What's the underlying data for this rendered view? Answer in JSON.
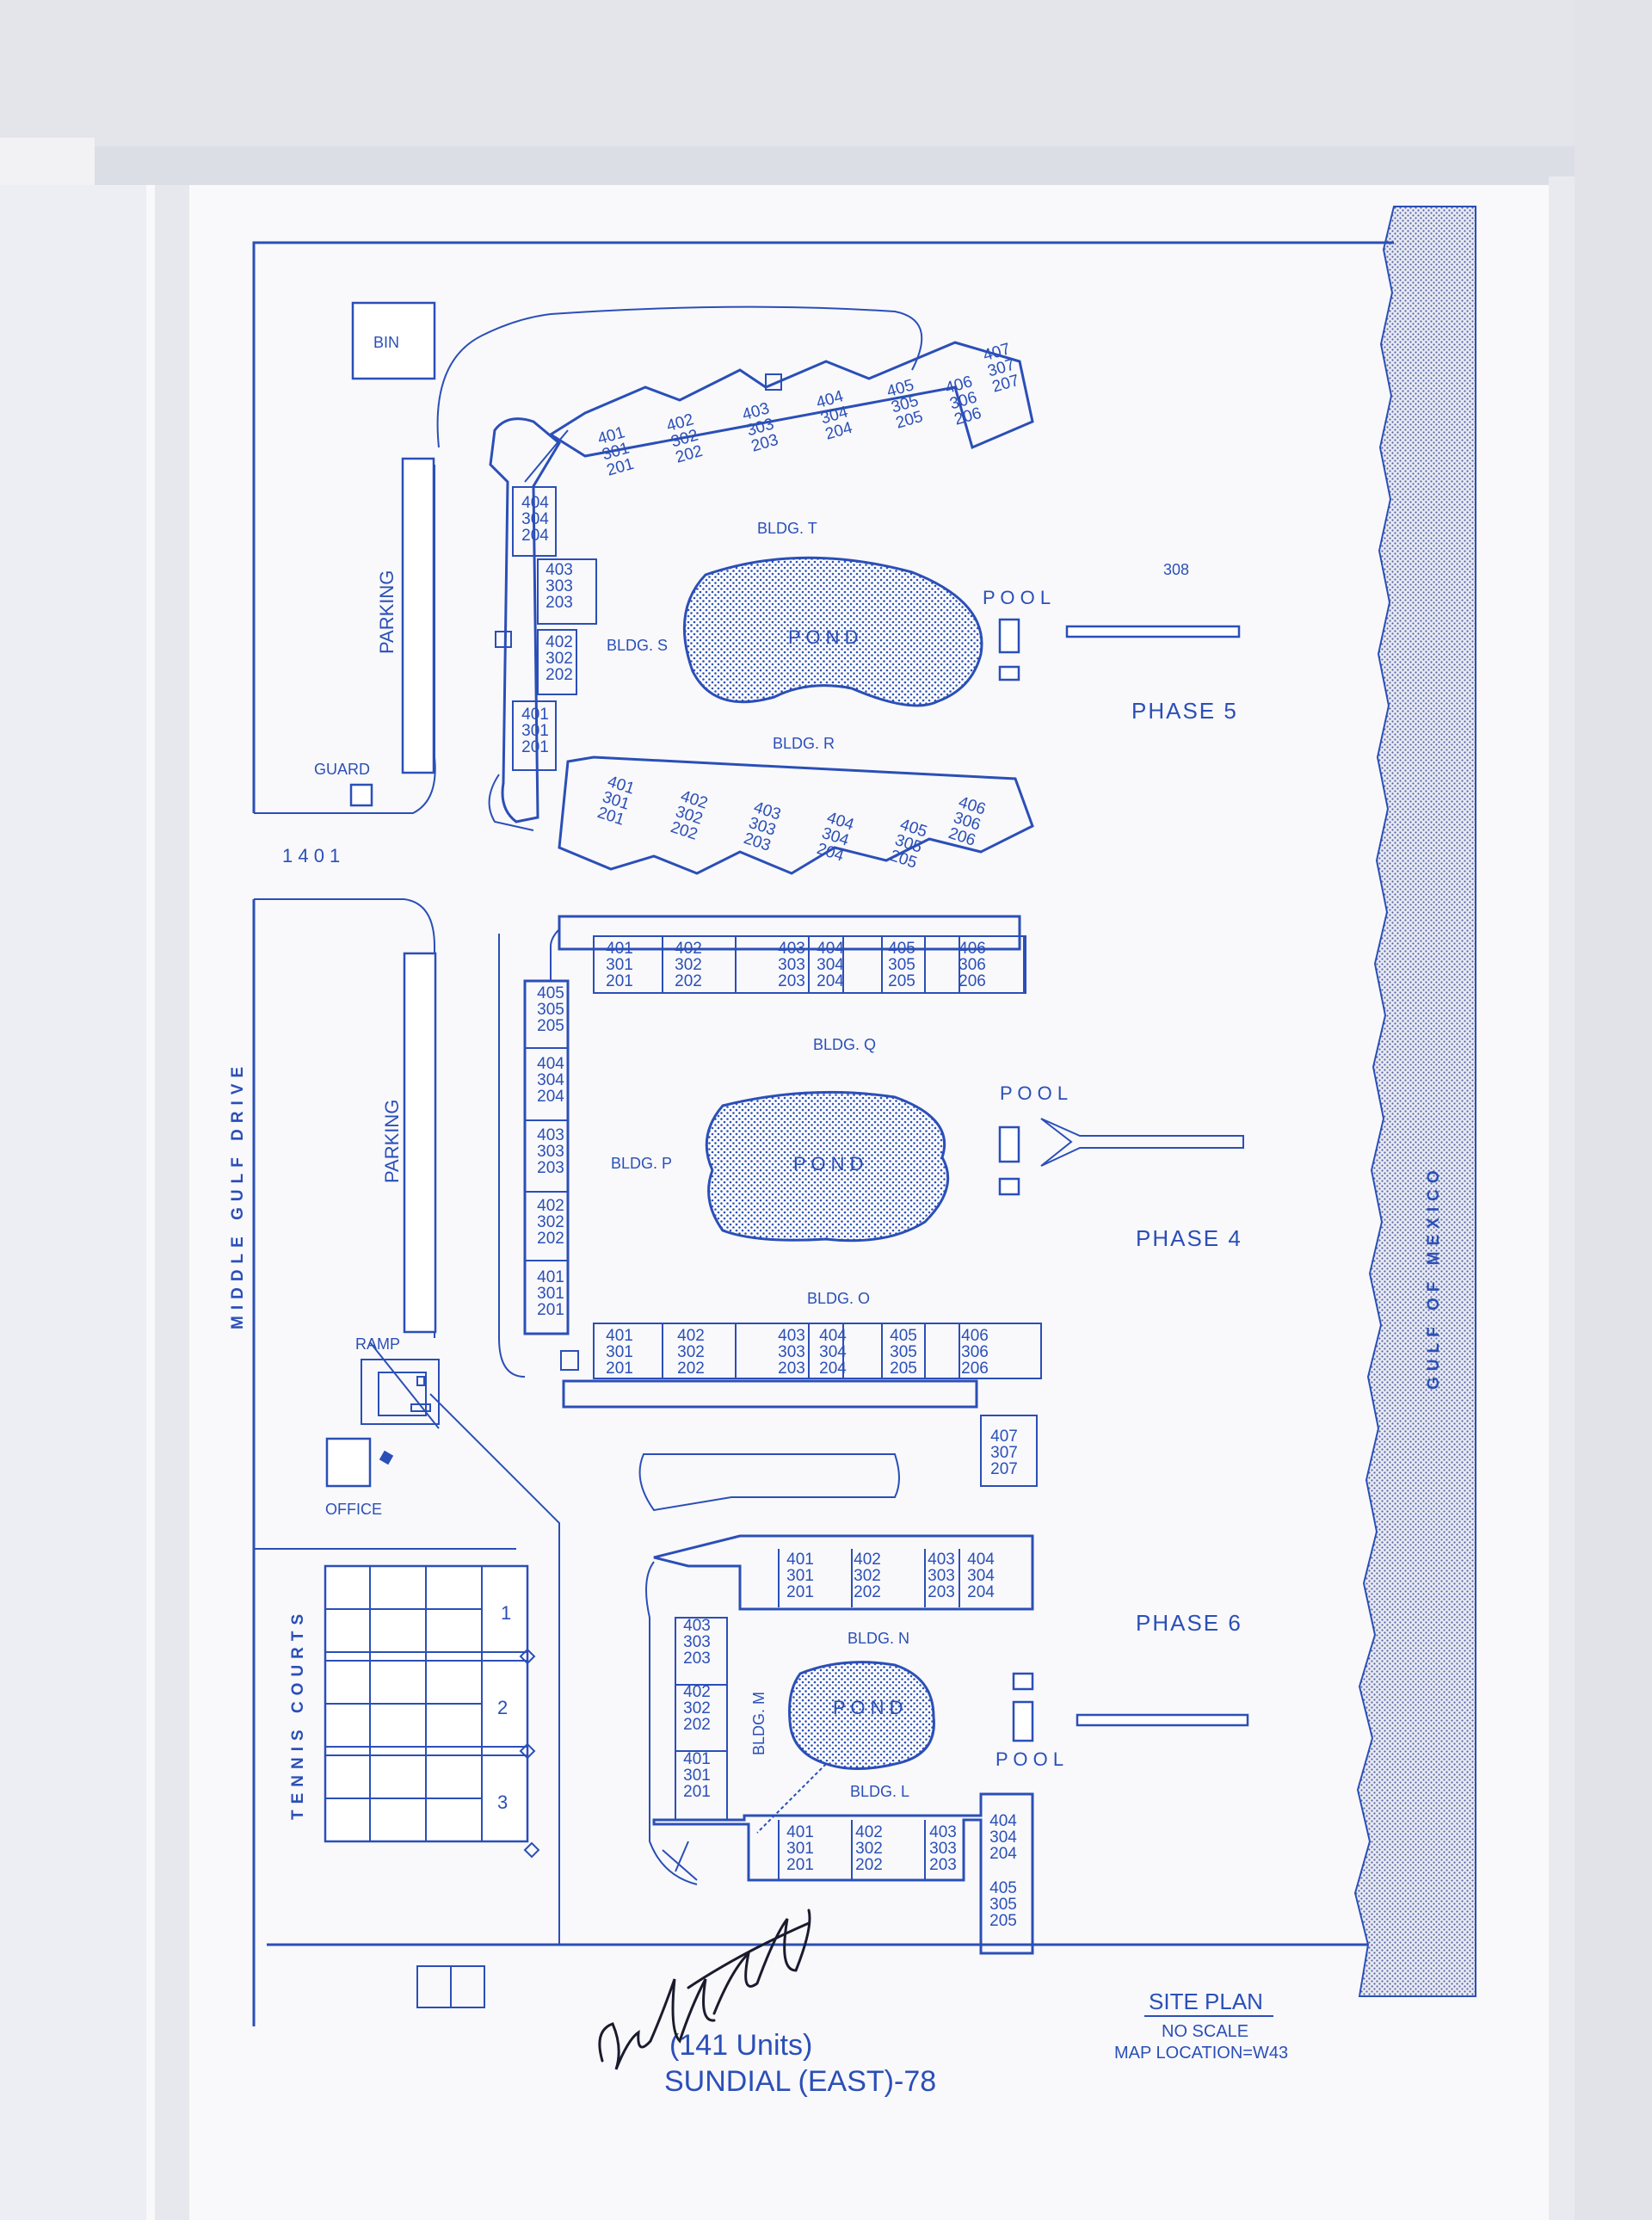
{
  "sheet": {
    "title_units": "(141 Units)",
    "title_name": "SUNDIAL (EAST)-78",
    "site_plan": "SITE PLAN",
    "no_scale": "NO SCALE",
    "map_location": "MAP LOCATION=W43"
  },
  "labels": {
    "bin": "BIN",
    "guard": "GUARD",
    "address": "1 4 0 1",
    "parking_1": "PARKING",
    "parking_2": "PARKING",
    "ramp": "RAMP",
    "office": "OFFICE",
    "road": "MIDDLE GULF DRIVE",
    "tennis": "TENNIS COURTS",
    "gulf": "GULF OF MEXICO",
    "court_1": "1",
    "court_2": "2",
    "court_3": "3",
    "unit_308": "308",
    "phase_5": "PHASE 5",
    "phase_4": "PHASE 4",
    "phase_6": "PHASE 6",
    "pool_1": "P O O L",
    "pool_2": "P O O L",
    "pool_3": "P O O L",
    "pond_1": "P O N D",
    "pond_2": "P O N D",
    "pond_3": "P O N D",
    "bldg_t": "BLDG. T",
    "bldg_s": "BLDG. S",
    "bldg_r": "BLDG. R",
    "bldg_q": "BLDG. Q",
    "bldg_p": "BLDG. P",
    "bldg_o": "BLDG. O",
    "bldg_n": "BLDG. N",
    "bldg_m": "BLDG. M",
    "bldg_l": "BLDG. L"
  },
  "stacks": {
    "t": [
      [
        "401",
        "301",
        "201"
      ],
      [
        "402",
        "302",
        "202"
      ],
      [
        "403",
        "303",
        "203"
      ],
      [
        "404",
        "304",
        "204"
      ],
      [
        "405",
        "305",
        "205"
      ],
      [
        "406",
        "306",
        "206"
      ],
      [
        "407",
        "307",
        "207"
      ]
    ],
    "s": [
      [
        "404",
        "304",
        "204"
      ],
      [
        "403",
        "303",
        "203"
      ],
      [
        "402",
        "302",
        "202"
      ],
      [
        "401",
        "301",
        "201"
      ]
    ],
    "r": [
      [
        "401",
        "301",
        "201"
      ],
      [
        "402",
        "302",
        "202"
      ],
      [
        "403",
        "303",
        "203"
      ],
      [
        "404",
        "304",
        "204"
      ],
      [
        "405",
        "305",
        "205"
      ],
      [
        "406",
        "306",
        "206"
      ]
    ],
    "q": [
      [
        "401",
        "301",
        "201"
      ],
      [
        "402",
        "302",
        "202"
      ],
      [
        "403",
        "303",
        "203"
      ],
      [
        "404",
        "304",
        "204"
      ],
      [
        "405",
        "305",
        "205"
      ],
      [
        "406",
        "306",
        "206"
      ]
    ],
    "p": [
      [
        "405",
        "305",
        "205"
      ],
      [
        "404",
        "304",
        "204"
      ],
      [
        "403",
        "303",
        "203"
      ],
      [
        "402",
        "302",
        "202"
      ],
      [
        "401",
        "301",
        "201"
      ]
    ],
    "o": [
      [
        "401",
        "301",
        "201"
      ],
      [
        "402",
        "302",
        "202"
      ],
      [
        "403",
        "303",
        "203"
      ],
      [
        "404",
        "304",
        "204"
      ],
      [
        "405",
        "305",
        "205"
      ],
      [
        "406",
        "306",
        "206"
      ],
      [
        "407",
        "307",
        "207"
      ]
    ],
    "n": [
      [
        "401",
        "301",
        "201"
      ],
      [
        "402",
        "302",
        "202"
      ],
      [
        "403",
        "303",
        "203"
      ],
      [
        "404",
        "304",
        "204"
      ]
    ],
    "m": [
      [
        "403",
        "303",
        "203"
      ],
      [
        "402",
        "302",
        "202"
      ],
      [
        "401",
        "301",
        "201"
      ]
    ],
    "l": [
      [
        "401",
        "301",
        "201"
      ],
      [
        "402",
        "302",
        "202"
      ],
      [
        "403",
        "303",
        "203"
      ],
      [
        "404",
        "304",
        "204"
      ],
      [
        "405",
        "305",
        "205"
      ]
    ]
  }
}
